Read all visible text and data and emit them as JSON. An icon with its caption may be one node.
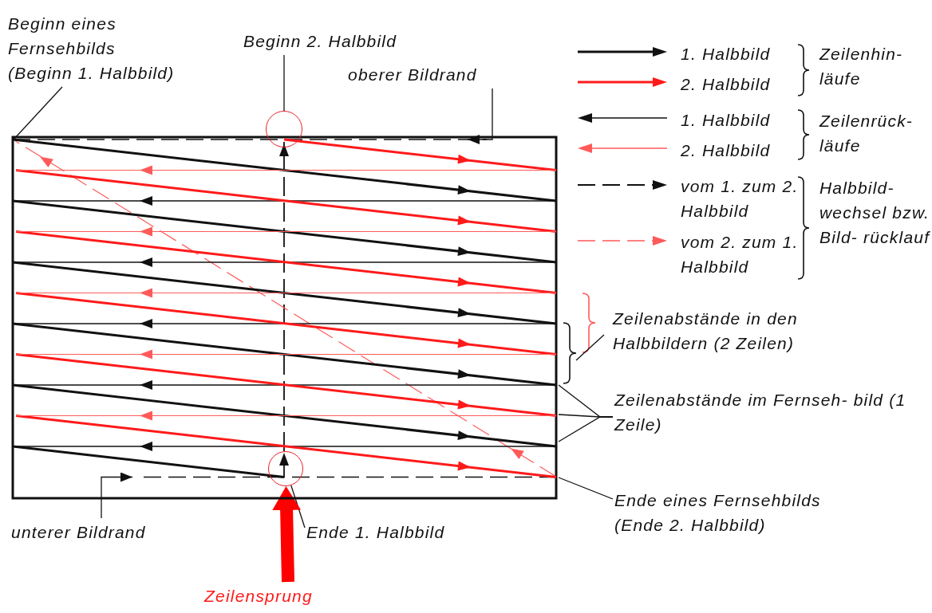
{
  "diagram": {
    "nodes": [
      {
        "text": [
          "Beginn eines Fernsehbilds",
          "(Beginn 1. Halbbild)"
        ]
      },
      {
        "text": [
          "Beginn 2. Halbbild"
        ]
      },
      {
        "text": [
          "oberer Bildrand"
        ]
      },
      {
        "text": [],
        "shape": "circle"
      },
      {
        "text": [
          "Zeilenabstände im Fernseh- bild (1 Zeile)"
        ]
      },
      {
        "text": [],
        "shape": "circle"
      },
      {
        "text": [
          "Ende eines Fernsehbilds",
          "(Ende 2. Halbbild)"
        ]
      },
      {
        "text": [
          "unterer Bildrand"
        ]
      },
      {
        "text": [
          "Ende 1. Halbbild"
        ]
      },
      {
        "text": [
          "Zeilensprung"
        ]
      }
    ],
    "edges": [
      {
        "from": 0,
        "to": null,
        "arrow": "none"
      },
      {
        "from": 1,
        "to": 3,
        "arrow": "none"
      },
      {
        "from": 2,
        "to": null,
        "arrow": "to"
      },
      {
        "from": 4,
        "to": null,
        "arrow": "none"
      },
      {
        "from": 4,
        "to": null,
        "arrow": "none"
      },
      {
        "from": 4,
        "to": null,
        "arrow": "none"
      },
      {
        "from": 6,
        "to": null,
        "arrow": "none"
      },
      {
        "from": 7,
        "to": null,
        "arrow": "to"
      },
      {
        "from": 8,
        "to": 5,
        "arrow": "none"
      },
      {
        "from": 9,
        "to": 5,
        "arrow": "to",
        "style": "thick",
        "color": "#ff0000"
      }
    ],
    "labels": [
      "Zeilenhin- läufe",
      "Zeilenrück- läufe",
      "Halbbild- wechsel bzw. Bild- rücklauf",
      "Zeilenabstände in den Halbbildern (2 Zeilen)"
    ],
    "legend": [
      {
        "text": "1. Halbbild"
      },
      {
        "text": "2. Halbbild"
      },
      {
        "text": "1. Halbbild"
      },
      {
        "text": "2. Halbbild"
      },
      {
        "text": "vom 1. zum 2. Halbbild"
      },
      {
        "text": "vom 2. zum 1. Halbbild"
      }
    ]
  }
}
